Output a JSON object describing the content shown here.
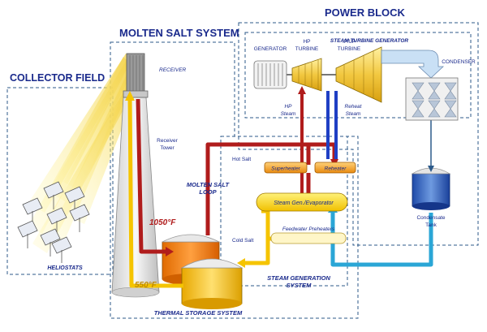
{
  "sections": {
    "power_block": "POWER BLOCK",
    "molten_salt_system": "MOLTEN SALT SYSTEM",
    "collector_field": "COLLECTOR FIELD",
    "steam_turbine_generator": "STEAM TURBINE GENERATOR",
    "steam_generation_system_line1": "STEAM GENERATION",
    "steam_generation_system_line2": "SYSTEM",
    "thermal_storage_system": "THERMAL STORAGE SYSTEM",
    "molten_salt_loop_line1": "MOLTEN SALT",
    "molten_salt_loop_line2": "LOOP",
    "heliostats": "HELIOSTATS"
  },
  "labels": {
    "generator": "GENERATOR",
    "hp_turbine_line1": "HP",
    "hp_turbine_line2": "TURBINE",
    "iplp_turbine_line1": "IP/LP",
    "iplp_turbine_line2": "TURBINE",
    "condenser": "CONDENSER",
    "receiver": "RECEIVER",
    "receiver_tower_line1": "Receiver",
    "receiver_tower_line2": "Tower",
    "hp_steam_line1": "HP",
    "hp_steam_line2": "Steam",
    "reheat_steam_line1": "Reheat",
    "reheat_steam_line2": "Steam",
    "hot_salt": "Hot Salt",
    "cold_salt": "Cold Salt",
    "superheater": "Superheater",
    "reheater": "Reheater",
    "steam_gen_evaporator": "Steam Gen./Evaporator",
    "feedwater_preheaters": "Feedwater Preheaters",
    "condensate_tank_line1": "Condensate",
    "condensate_tank_line2": "Tank",
    "temp_hot": "1050°F",
    "temp_cold": "550°F"
  },
  "colors": {
    "hot_pipe": "#b01c1c",
    "cold_pipe": "#f5c400",
    "water_pipe": "#2aa6d6",
    "steam_blue": "#1f3fc4",
    "tank_orange": "#f07a10",
    "tank_yellow": "#f7c21a",
    "heat_exchanger": "#f0a030",
    "section_blue": "#1a2a8c",
    "dash_border": "#2c5a8a"
  }
}
